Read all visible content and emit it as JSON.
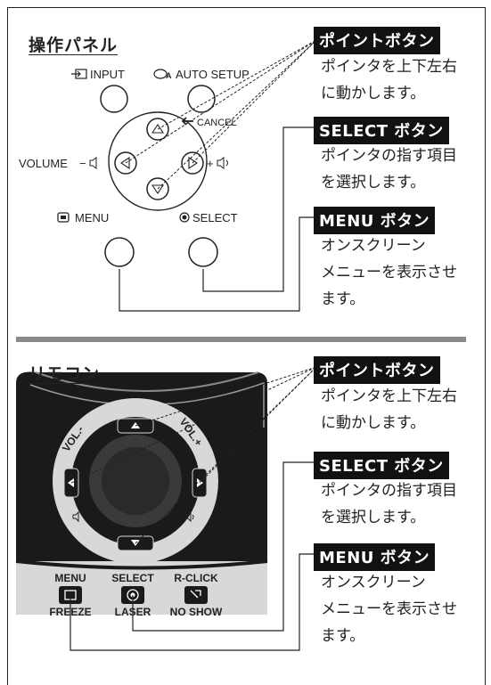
{
  "panel": {
    "title": "操作パネル",
    "labels": {
      "input": "INPUT",
      "auto_setup": "AUTO SETUP",
      "cancel": "CANCEL",
      "volume": "VOLUME",
      "menu": "MENU",
      "select": "SELECT"
    }
  },
  "remote": {
    "title": "リモコン",
    "labels": {
      "vol_minus": "VOL.-",
      "vol_plus": "VOL.+",
      "menu": "MENU",
      "select": "SELECT",
      "rclick": "R-CLICK",
      "freeze": "FREEZE",
      "laser": "LASER",
      "noshow": "NO SHOW"
    }
  },
  "callouts": {
    "pointer_label": "ポイントボタン",
    "pointer_desc": [
      "ポインタを上下左右",
      "に動かします。"
    ],
    "select_label": "SELECT ボタン",
    "select_desc": [
      "ポインタの指す項目",
      "を選択します。"
    ],
    "menu_label": "MENU ボタン",
    "menu_desc": [
      "オンスクリーン",
      "メニューを表示させ",
      "ます。"
    ]
  },
  "colors": {
    "tag_bg": "#111111",
    "divider": "#8a8a8a",
    "remote_body": "#1a1a1a",
    "remote_grey": "#d8d8d8"
  }
}
